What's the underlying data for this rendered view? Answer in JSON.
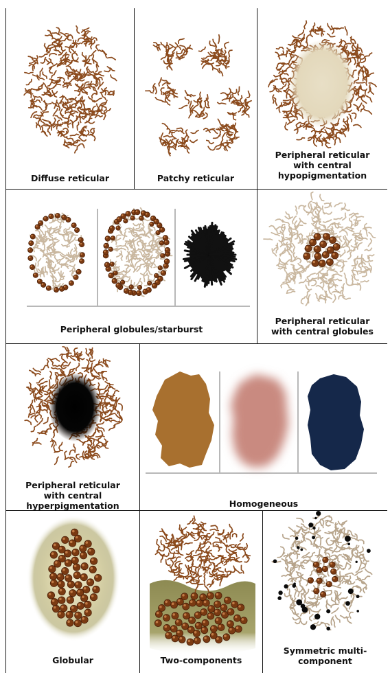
{
  "panels": {
    "diffuse_reticular": {
      "label": "Diffuse reticular"
    },
    "patchy_reticular": {
      "label": "Patchy reticular"
    },
    "peripheral_reticular_central_hypopigmentation": {
      "label": "Peripheral reticular\nwith central\nhypopigmentation"
    },
    "peripheral_globules_starburst": {
      "label": "Peripheral globules/starburst"
    },
    "peripheral_reticular_central_globules": {
      "label": "Peripheral reticular\nwith central globules"
    },
    "peripheral_reticular_central_hyperpigmentation": {
      "label": "Peripheral reticular\nwith central\nhyperpigmentation"
    },
    "homogeneous": {
      "label": "Homogeneous"
    },
    "globular": {
      "label": "Globular"
    },
    "two_components": {
      "label": "Two-components"
    },
    "symmetric_multicomponent": {
      "label": "Symmetric multi-\ncomponent"
    }
  },
  "colors": {
    "reticular_brown": "#8b4a1c",
    "globule_brown": "#7a3a12",
    "homogeneous_brown": "#a8702f",
    "homogeneous_pink": "#c98a80",
    "homogeneous_navy": "#15284a",
    "hypopigment_center": "#e8dfc6",
    "olive_background": "#8d8a52",
    "pale_network": "#c9b79f"
  }
}
